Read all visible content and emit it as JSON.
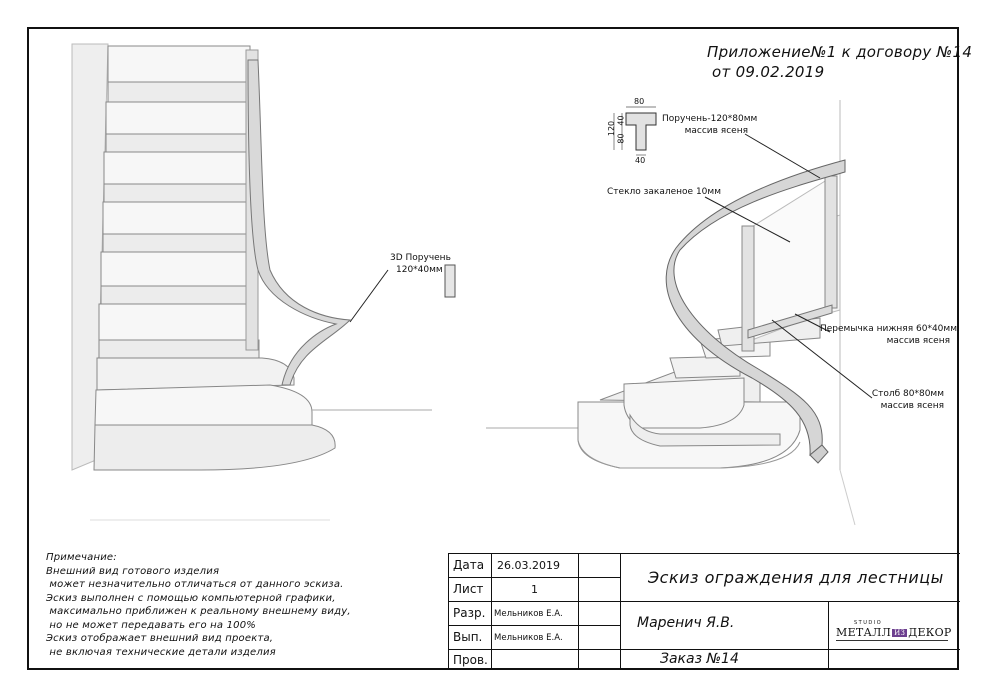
{
  "header": {
    "line1": "Приложение№1 к договору №14",
    "line2": "от 09.02.2019"
  },
  "callouts": {
    "handrail_3d": {
      "line1": "3D Поручень",
      "line2": "120*40мм"
    },
    "handrail": {
      "line1": "Поручень-120*80мм",
      "line2": "массив ясеня"
    },
    "glass": {
      "line1": "Стекло закаленое 10мм"
    },
    "bottom_rail": {
      "line1": "Перемычка нижняя 60*40мм",
      "line2": "массив ясеня"
    },
    "post": {
      "line1": "Столб 80*80мм",
      "line2": "массив ясеня"
    }
  },
  "profile_dims": {
    "top": "80",
    "height_total": "120",
    "upper": "40",
    "lower": "80",
    "stem": "40"
  },
  "notes": {
    "title": "Примечание:",
    "lines": [
      "Внешний вид готового изделия",
      " может незначительно отличаться от данного эскиза.",
      "Эскиз выполнен с помощью компьютерной графики,",
      " максимально приближен к реальному внешнему виду,",
      " но не может передавать его на 100%",
      "Эскиз отображает внешний вид проекта,",
      " не включая технические детали изделия"
    ]
  },
  "title_block": {
    "labels": {
      "date": "Дата",
      "sheet": "Лист",
      "developed": "Разр.",
      "executed": "Вып.",
      "checked": "Пров."
    },
    "values": {
      "date": "26.03.2019",
      "sheet": "1",
      "developed": "Мельников Е.А.",
      "executed": "Мельников Е.А."
    },
    "title": "Эскиз ограждения для лестницы",
    "customer": "Маренич Я.В.",
    "order": "Заказ №14",
    "logo": {
      "studio": "STUDIO",
      "brand_left": "МЕТАЛЛ",
      "brand_badge": "ИЗ",
      "brand_right": "ДЕКОР",
      "badge_color": "#6d3f8f"
    }
  }
}
